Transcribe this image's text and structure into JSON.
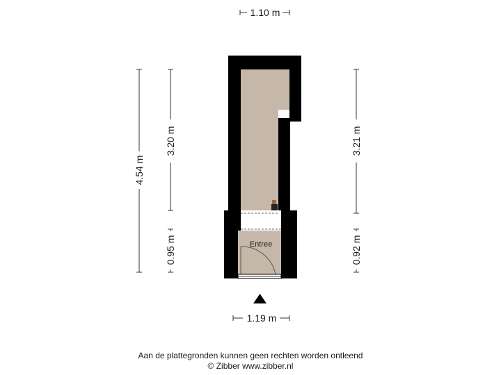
{
  "dimensions": {
    "top_width": "1.10 m",
    "bottom_width": "1.19 m",
    "total_height": "4.54 m",
    "left_upper": "3.20 m",
    "left_lower": "0.95 m",
    "right_upper": "3.21 m",
    "right_lower": "0.92 m"
  },
  "rooms": {
    "entree": "Entree"
  },
  "colors": {
    "wall": "#000000",
    "floor": "#c6b8a8",
    "dimension_line": "#333333"
  },
  "icons": {
    "entrance_marker": "black-triangle-up"
  },
  "footer": {
    "disclaimer": "Aan de plattegronden kunnen geen rechten worden ontleend",
    "copyright": "© Zibber www.zibber.nl"
  }
}
